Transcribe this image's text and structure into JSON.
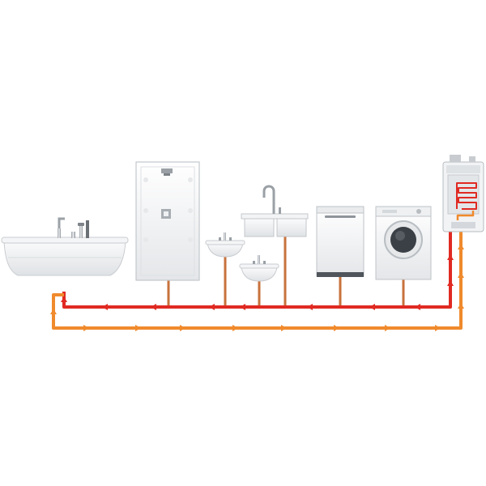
{
  "diagram": {
    "fixtures": [
      {
        "name": "bathtub-icon"
      },
      {
        "name": "shower-icon"
      },
      {
        "name": "bathroom-sink-icon"
      },
      {
        "name": "kitchen-sink-icon"
      },
      {
        "name": "dishwasher-icon"
      },
      {
        "name": "washing-machine-icon"
      },
      {
        "name": "water-heater-icon"
      }
    ],
    "lines": [
      {
        "name": "hot-water-supply-line",
        "color": "#e02a22",
        "flow_direction": "left"
      },
      {
        "name": "recirculation-return-line",
        "color": "#f08a2c",
        "flow_direction": "right"
      }
    ],
    "branch_color": "#c7723c"
  }
}
